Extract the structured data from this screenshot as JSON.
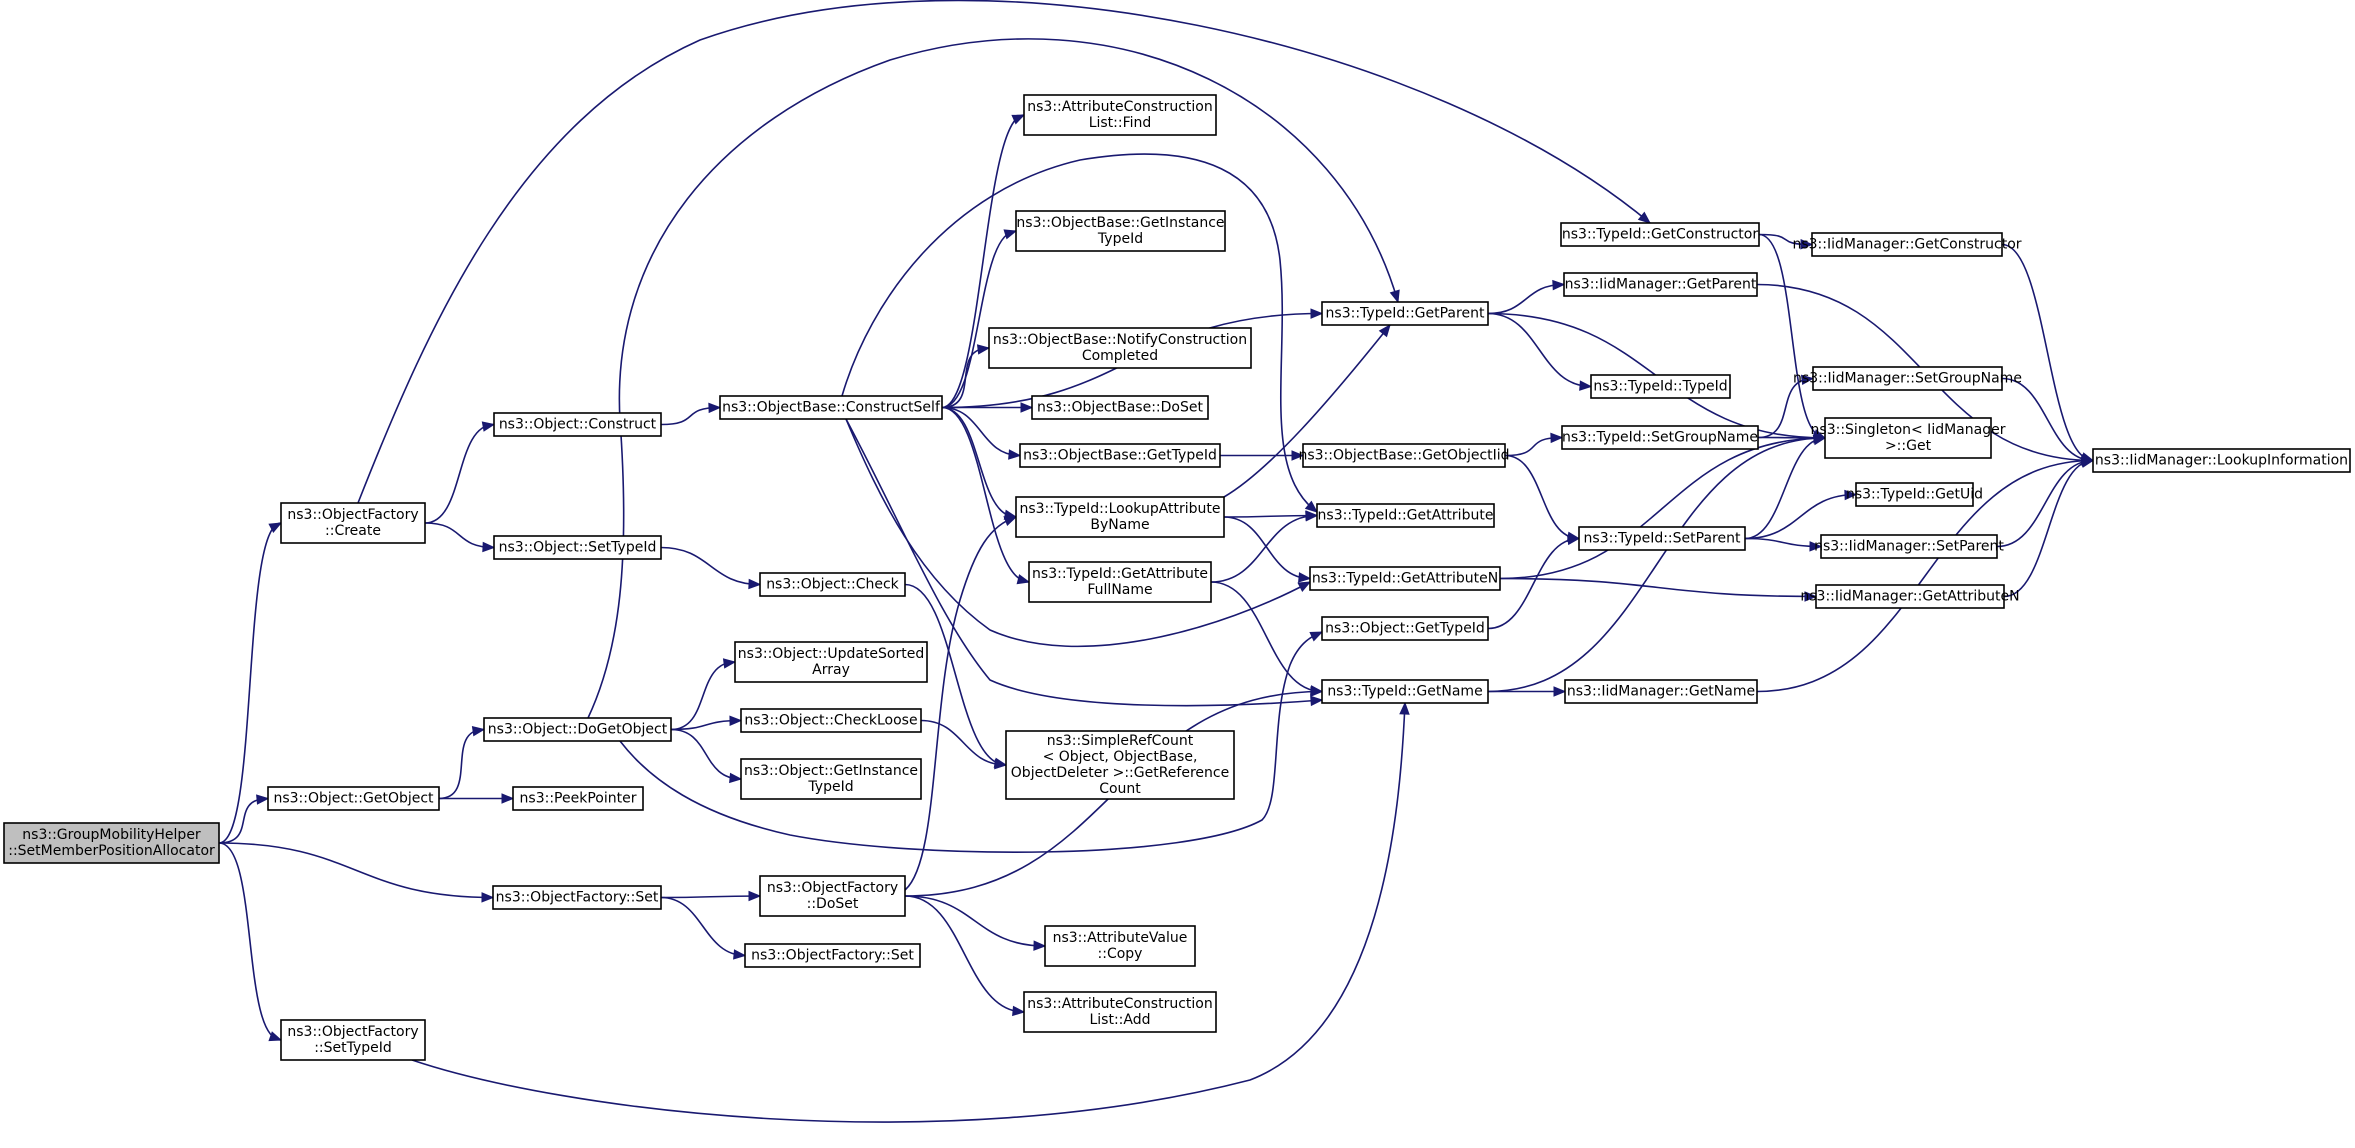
{
  "diagram": {
    "colors": {
      "edge": "#191970",
      "node_border": "#000000",
      "node_fill": "#ffffff",
      "root_fill": "#bfbfbf",
      "background": "#ffffff"
    },
    "nodes": [
      {
        "id": "root",
        "lines": [
          "ns3::GroupMobilityHelper",
          "::SetMemberPositionAllocator"
        ],
        "highlighted": true
      },
      {
        "id": "ofCreate",
        "lines": [
          "ns3::ObjectFactory",
          "::Create"
        ]
      },
      {
        "id": "objGetObject",
        "lines": [
          "ns3::Object::GetObject"
        ]
      },
      {
        "id": "ofSet1",
        "lines": [
          "ns3::ObjectFactory::Set"
        ]
      },
      {
        "id": "ofSetTypeId",
        "lines": [
          "ns3::ObjectFactory",
          "::SetTypeId"
        ]
      },
      {
        "id": "objConstruct",
        "lines": [
          "ns3::Object::Construct"
        ]
      },
      {
        "id": "objSetTypeId",
        "lines": [
          "ns3::Object::SetTypeId"
        ]
      },
      {
        "id": "objDoGetObject",
        "lines": [
          "ns3::Object::DoGetObject"
        ]
      },
      {
        "id": "peekPointer",
        "lines": [
          "ns3::PeekPointer"
        ]
      },
      {
        "id": "ofDoSet",
        "lines": [
          "ns3::ObjectFactory",
          "::DoSet"
        ]
      },
      {
        "id": "ofSet2",
        "lines": [
          "ns3::ObjectFactory::Set"
        ]
      },
      {
        "id": "obConstructSelf",
        "lines": [
          "ns3::ObjectBase::ConstructSelf"
        ]
      },
      {
        "id": "objCheck",
        "lines": [
          "ns3::Object::Check"
        ]
      },
      {
        "id": "objUpdateSorted",
        "lines": [
          "ns3::Object::UpdateSorted",
          "Array"
        ]
      },
      {
        "id": "objCheckLoose",
        "lines": [
          "ns3::Object::CheckLoose"
        ]
      },
      {
        "id": "objGetInstTypeId",
        "lines": [
          "ns3::Object::GetInstance",
          "TypeId"
        ]
      },
      {
        "id": "aclFind",
        "lines": [
          "ns3::AttributeConstruction",
          "List::Find"
        ]
      },
      {
        "id": "obGetInstTypeId",
        "lines": [
          "ns3::ObjectBase::GetInstance",
          "TypeId"
        ]
      },
      {
        "id": "obNotify",
        "lines": [
          "ns3::ObjectBase::NotifyConstruction",
          "Completed"
        ]
      },
      {
        "id": "obDoSet",
        "lines": [
          "ns3::ObjectBase::DoSet"
        ]
      },
      {
        "id": "obGetTypeId",
        "lines": [
          "ns3::ObjectBase::GetTypeId"
        ]
      },
      {
        "id": "tidLookupAttr",
        "lines": [
          "ns3::TypeId::LookupAttribute",
          "ByName"
        ]
      },
      {
        "id": "tidGetAttrFull",
        "lines": [
          "ns3::TypeId::GetAttribute",
          "FullName"
        ]
      },
      {
        "id": "simpleRefCount",
        "lines": [
          "ns3::SimpleRefCount",
          "< Object, ObjectBase,",
          "ObjectDeleter >::GetReference",
          "Count"
        ]
      },
      {
        "id": "avCopy",
        "lines": [
          "ns3::AttributeValue",
          "::Copy"
        ]
      },
      {
        "id": "aclAdd",
        "lines": [
          "ns3::AttributeConstruction",
          "List::Add"
        ]
      },
      {
        "id": "tidGetParent",
        "lines": [
          "ns3::TypeId::GetParent"
        ]
      },
      {
        "id": "obGetObjectIid",
        "lines": [
          "ns3::ObjectBase::GetObjectIid"
        ]
      },
      {
        "id": "tidGetAttribute",
        "lines": [
          "ns3::TypeId::GetAttribute"
        ]
      },
      {
        "id": "tidGetAttributeN",
        "lines": [
          "ns3::TypeId::GetAttributeN"
        ]
      },
      {
        "id": "objGetTypeId",
        "lines": [
          "ns3::Object::GetTypeId"
        ]
      },
      {
        "id": "tidGetName",
        "lines": [
          "ns3::TypeId::GetName"
        ]
      },
      {
        "id": "tidGetConstructor",
        "lines": [
          "ns3::TypeId::GetConstructor"
        ]
      },
      {
        "id": "iidGetParent",
        "lines": [
          "ns3::IidManager::GetParent"
        ]
      },
      {
        "id": "tidTypeId",
        "lines": [
          "ns3::TypeId::TypeId"
        ]
      },
      {
        "id": "tidSetGroupName",
        "lines": [
          "ns3::TypeId::SetGroupName"
        ]
      },
      {
        "id": "tidSetParent",
        "lines": [
          "ns3::TypeId::SetParent"
        ]
      },
      {
        "id": "iidGetName",
        "lines": [
          "ns3::IidManager::GetName"
        ]
      },
      {
        "id": "iidGetConstructor",
        "lines": [
          "ns3::IidManager::GetConstructor"
        ]
      },
      {
        "id": "iidSetGroupName",
        "lines": [
          "ns3::IidManager::SetGroupName"
        ]
      },
      {
        "id": "singletonGet",
        "lines": [
          "ns3::Singleton< IidManager",
          " >::Get"
        ]
      },
      {
        "id": "tidGetUid",
        "lines": [
          "ns3::TypeId::GetUid"
        ]
      },
      {
        "id": "iidSetParent",
        "lines": [
          "ns3::IidManager::SetParent"
        ]
      },
      {
        "id": "iidGetAttributeN",
        "lines": [
          "ns3::IidManager::GetAttributeN"
        ]
      },
      {
        "id": "iidLookupInfo",
        "lines": [
          "ns3::IidManager::LookupInformation"
        ]
      }
    ],
    "edges": [
      [
        "root",
        "ofCreate"
      ],
      [
        "root",
        "objGetObject"
      ],
      [
        "root",
        "ofSet1"
      ],
      [
        "root",
        "ofSetTypeId"
      ],
      [
        "ofCreate",
        "objConstruct"
      ],
      [
        "ofCreate",
        "objSetTypeId"
      ],
      [
        "ofCreate",
        "tidGetConstructor"
      ],
      [
        "objGetObject",
        "objDoGetObject"
      ],
      [
        "objGetObject",
        "peekPointer"
      ],
      [
        "ofSet1",
        "ofDoSet"
      ],
      [
        "ofSet1",
        "ofSet2"
      ],
      [
        "ofSetTypeId",
        "tidGetName"
      ],
      [
        "objConstruct",
        "obConstructSelf"
      ],
      [
        "objSetTypeId",
        "objCheck"
      ],
      [
        "objDoGetObject",
        "objUpdateSorted"
      ],
      [
        "objDoGetObject",
        "objCheckLoose"
      ],
      [
        "objDoGetObject",
        "objGetInstTypeId"
      ],
      [
        "objDoGetObject",
        "objGetTypeId"
      ],
      [
        "objDoGetObject",
        "tidGetParent"
      ],
      [
        "ofDoSet",
        "tidLookupAttr"
      ],
      [
        "ofDoSet",
        "avCopy"
      ],
      [
        "ofDoSet",
        "aclAdd"
      ],
      [
        "ofDoSet",
        "tidGetName"
      ],
      [
        "obConstructSelf",
        "aclFind"
      ],
      [
        "obConstructSelf",
        "obGetInstTypeId"
      ],
      [
        "obConstructSelf",
        "obNotify"
      ],
      [
        "obConstructSelf",
        "obDoSet"
      ],
      [
        "obConstructSelf",
        "obGetTypeId"
      ],
      [
        "obConstructSelf",
        "tidLookupAttr"
      ],
      [
        "obConstructSelf",
        "tidGetAttrFull"
      ],
      [
        "obConstructSelf",
        "tidGetParent"
      ],
      [
        "obConstructSelf",
        "tidGetAttribute"
      ],
      [
        "obConstructSelf",
        "tidGetAttributeN"
      ],
      [
        "obConstructSelf",
        "tidGetName"
      ],
      [
        "objCheck",
        "simpleRefCount"
      ],
      [
        "objCheckLoose",
        "simpleRefCount"
      ],
      [
        "obGetTypeId",
        "obGetObjectIid"
      ],
      [
        "tidLookupAttr",
        "tidGetParent"
      ],
      [
        "tidLookupAttr",
        "tidGetAttribute"
      ],
      [
        "tidLookupAttr",
        "tidGetAttributeN"
      ],
      [
        "tidGetAttrFull",
        "tidGetAttribute"
      ],
      [
        "tidGetAttrFull",
        "tidGetName"
      ],
      [
        "tidGetParent",
        "iidGetParent"
      ],
      [
        "tidGetParent",
        "tidTypeId"
      ],
      [
        "tidGetParent",
        "singletonGet"
      ],
      [
        "obGetObjectIid",
        "tidSetGroupName"
      ],
      [
        "obGetObjectIid",
        "tidSetParent"
      ],
      [
        "tidGetAttributeN",
        "singletonGet"
      ],
      [
        "tidGetAttributeN",
        "iidGetAttributeN"
      ],
      [
        "objGetTypeId",
        "tidSetParent"
      ],
      [
        "tidGetName",
        "iidGetName"
      ],
      [
        "tidGetName",
        "singletonGet"
      ],
      [
        "tidGetConstructor",
        "iidGetConstructor"
      ],
      [
        "tidGetConstructor",
        "singletonGet"
      ],
      [
        "iidGetParent",
        "iidLookupInfo"
      ],
      [
        "tidSetGroupName",
        "iidSetGroupName"
      ],
      [
        "tidSetGroupName",
        "singletonGet"
      ],
      [
        "tidSetParent",
        "tidGetUid"
      ],
      [
        "tidSetParent",
        "iidSetParent"
      ],
      [
        "tidSetParent",
        "singletonGet"
      ],
      [
        "iidGetName",
        "iidLookupInfo"
      ],
      [
        "iidGetConstructor",
        "iidLookupInfo"
      ],
      [
        "iidSetGroupName",
        "iidLookupInfo"
      ],
      [
        "iidSetParent",
        "iidLookupInfo"
      ],
      [
        "iidGetAttributeN",
        "iidLookupInfo"
      ]
    ]
  }
}
